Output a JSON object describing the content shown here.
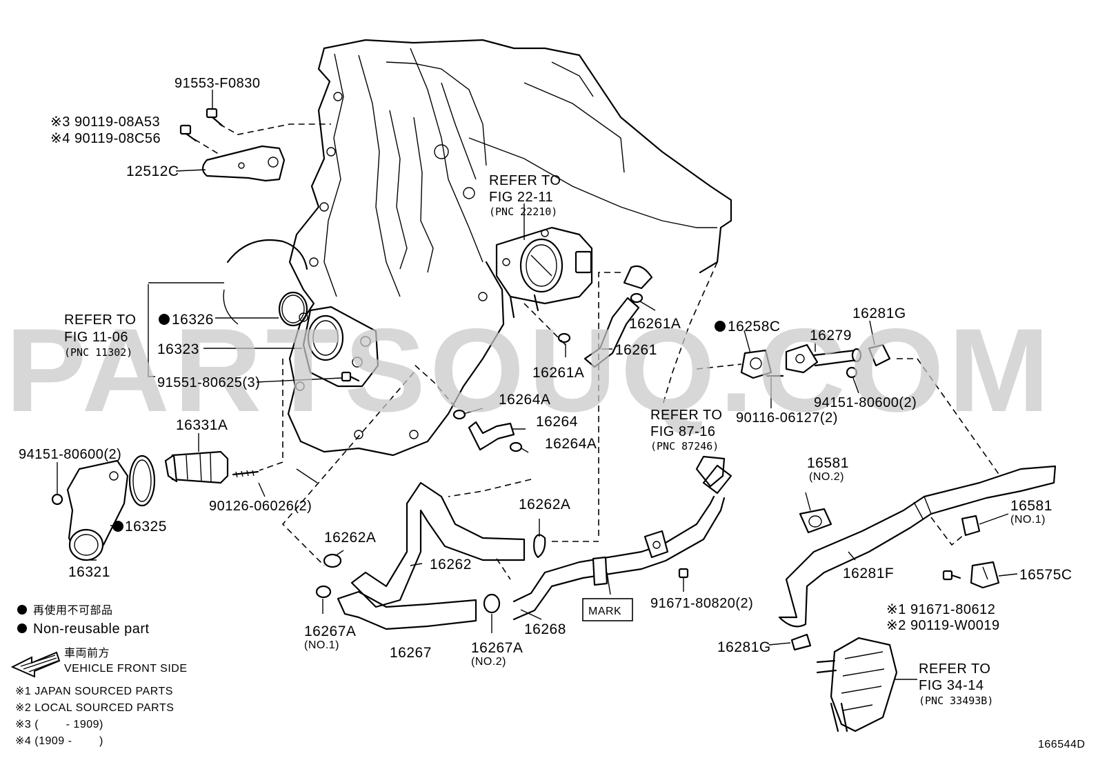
{
  "watermark": "PARTSOUQ.COM",
  "diagram_id": "166544D",
  "callouts": {
    "p91553_f0830": "91553-F0830",
    "p90119_08a53": "※3 90119-08A53",
    "p90119_08c56": "※4 90119-08C56",
    "p12512c": "12512C",
    "p16326": "16326",
    "p16323": "16323",
    "p91551_80625": "91551-80625(3)",
    "p16331a": "16331A",
    "p94151_80600_left": "94151-80600(2)",
    "p90126_06026": "90126-06026(2)",
    "p16325": "16325",
    "p16321": "16321",
    "p16261a_top": "16261A",
    "p16261": "16261",
    "p16261a_bottom": "16261A",
    "p16264a_top": "16264A",
    "p16264": "16264",
    "p16264a_bottom": "16264A",
    "p16262a_right": "16262A",
    "p16262a_left": "16262A",
    "p16262": "16262",
    "p16267a_no1": "16267A",
    "p16267a_no1_sub": "(NO.1)",
    "p16267": "16267",
    "p16267a_no2": "16267A",
    "p16267a_no2_sub": "(NO.2)",
    "p16268": "16268",
    "p91671_80820": "91671-80820(2)",
    "mark": "MARK",
    "p16258c": "16258C",
    "p16279": "16279",
    "p16281g_top": "16281G",
    "p90116_06127": "90116-06127(2)",
    "p94151_80600_right": "94151-80600(2)",
    "p16581_no2": "16581",
    "p16581_no2_sub": "(NO.2)",
    "p16581_no1": "16581",
    "p16581_no1_sub": "(NO.1)",
    "p16281f": "16281F",
    "p16575c": "16575C",
    "p91671_80612": "※1 91671-80612",
    "p90119_w0019": "※2 90119-W0019",
    "p16281g_bottom": "16281G"
  },
  "references": {
    "ref_11_06": {
      "line1": "REFER TO",
      "line2": "FIG 11-06",
      "line3": "(PNC 11302)"
    },
    "ref_22_11": {
      "line1": "REFER TO",
      "line2": "FIG 22-11",
      "line3": "(PNC 22210)"
    },
    "ref_87_16": {
      "line1": "REFER TO",
      "line2": "FIG 87-16",
      "line3": "(PNC 87246)"
    },
    "ref_34_14": {
      "line1": "REFER TO",
      "line2": "FIG 34-14",
      "line3": "(PNC 33493B)"
    }
  },
  "legend": {
    "nonreusable_jp": "再使用不可部品",
    "nonreusable_en": "Non-reusable part",
    "front_jp": "車両前方",
    "front_en": "VEHICLE FRONT SIDE",
    "note1": "※1 JAPAN SOURCED PARTS",
    "note2": "※2 LOCAL SOURCED PARTS",
    "note3": "※3 (        - 1909)",
    "note4": "※4 (1909 -        )"
  }
}
